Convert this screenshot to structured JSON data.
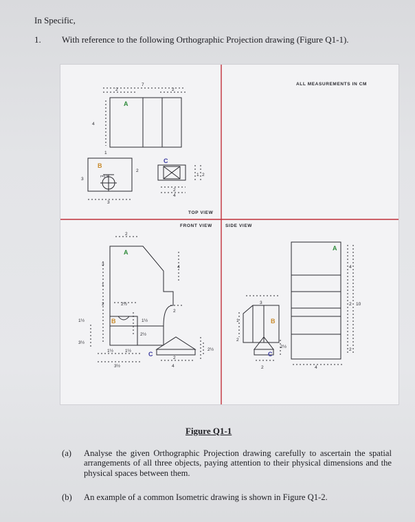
{
  "header": {
    "intro": "In Specific,"
  },
  "question": {
    "number": "1.",
    "text": "With reference to the following Orthographic Projection drawing (Figure Q1-1)."
  },
  "figure": {
    "note": "ALL MEASUREMENTS IN CM",
    "view_top": "TOP VIEW",
    "view_front": "FRONT VIEW",
    "view_side": "SIDE VIEW",
    "caption": "Figure Q1-1",
    "labels": {
      "A": "A",
      "B": "B",
      "C": "C",
      "d7": "7",
      "d2": "2",
      "d4": "4",
      "d1": "1",
      "d3": "3",
      "r05": "r=0.5",
      "d2half": "2½",
      "d1half": "1½",
      "d3half": "3½",
      "d10": "10"
    },
    "colors": {
      "frame_line": "#c0303a",
      "ink": "#2a2a30",
      "letter_a": "#2e8a3a",
      "letter_b": "#c88a2a",
      "letter_c": "#3a3aa0"
    }
  },
  "parts": {
    "a_label": "(a)",
    "a_text": "Analyse the given Orthographic Projection drawing carefully to ascertain the spatial arrangements of all three objects, paying attention to their physical dimensions and the physical spaces between them.",
    "b_label": "(b)",
    "b_text": "An example of a common Isometric drawing is shown in Figure Q1-2."
  }
}
